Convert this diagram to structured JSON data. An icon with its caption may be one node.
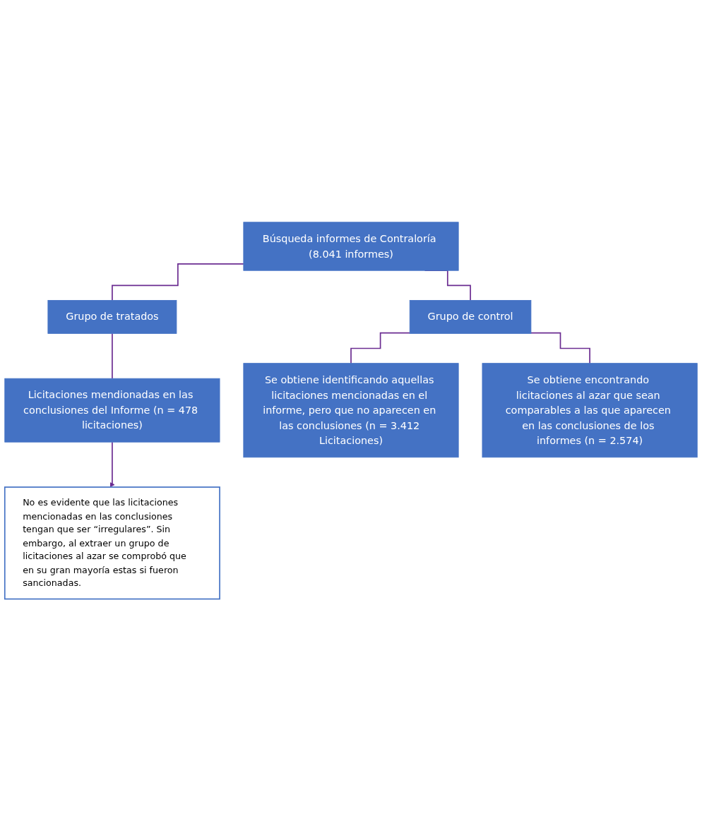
{
  "diagram": {
    "nodes": [
      {
        "text": [
          "Búsqueda informes de Contraloría (8.041 informes)"
        ]
      },
      {
        "text": [
          "Grupo de tratados"
        ]
      },
      {
        "text": [
          "Grupo de control"
        ]
      },
      {
        "text": [
          "Licitaciones mendionadas en las conclusiones del Informe (n = 478 licitaciones)"
        ]
      },
      {
        "text": [
          "Se obtiene identificando aquellas licitaciones mencionadas en el informe, pero que no aparecen en las conclusiones (n = 3.412 Licitaciones)"
        ]
      },
      {
        "text": [
          "No es evidente que las licitaciones mencionadas en las conclusiones tengan que ser “irregulares”. Sin embargo, al extraer un grupo de licitaciones al azar se comprobó que en su gran mayoría estas si fueron sancionadas."
        ]
      },
      {
        "text": [
          "Se obtiene encontrando licitaciones al azar que sean comparables a las que aparecen en las conclusiones de los informes (n = 2.574)"
        ]
      }
    ],
    "edges": [
      {
        "from": 0,
        "to": 1,
        "arrow": "none"
      },
      {
        "from": 0,
        "to": 2,
        "arrow": "none"
      },
      {
        "from": 1,
        "to": 3,
        "arrow": "none"
      },
      {
        "from": 2,
        "to": 4,
        "arrow": "none"
      },
      {
        "from": 2,
        "to": 6,
        "arrow": "none"
      },
      {
        "from": 3,
        "to": 5,
        "arrow": "to"
      }
    ]
  }
}
